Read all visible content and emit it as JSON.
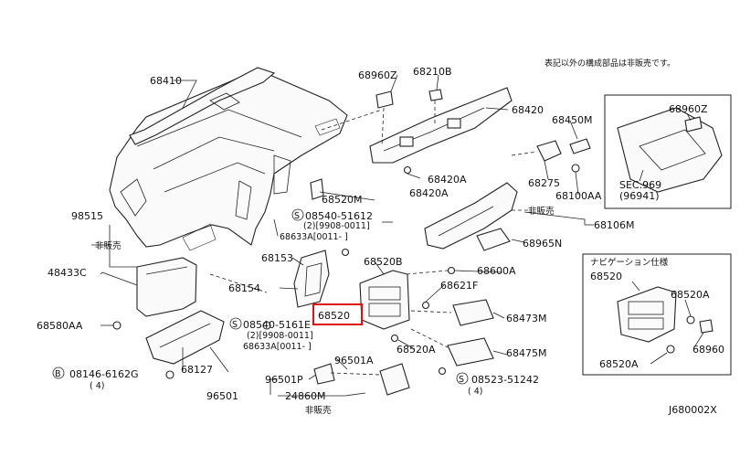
{
  "diagram": {
    "note_jp": "表記以外の構成部品は非販売です。",
    "highlighted_part": "68520",
    "footer_code": "J680002X",
    "parts": {
      "p68410": "68410",
      "p68960Z_a": "68960Z",
      "p68210B": "68210B",
      "p68420": "68420",
      "p68450M": "68450M",
      "p68960Z_b": "68960Z",
      "p68520M": "68520M",
      "p68420A_a": "68420A",
      "p68420A_b": "68420A",
      "p68275": "68275",
      "p68100AA": "68100AA",
      "sec969": "SEC.969",
      "sec969sub": "(96941)",
      "p98515": "98515",
      "hanbai_a": "非販売",
      "p08540_51612_a": "08540-51612",
      "p08540_a_qty": "(2)[9908-0011]",
      "p68633A_a": "68633A[0011-   ]",
      "p68106M": "68106M",
      "hanbai_b": "非販売",
      "p68965N": "68965N",
      "p48433C": "48433C",
      "p68153": "68153",
      "p68520B": "68520B",
      "p68600A": "68600A",
      "p68154": "68154",
      "p68621F": "68621F",
      "p68580AA": "68580AA",
      "p08540_51612_b": "08540-5161E",
      "p08540_b_qty": "(2)[9908-0011]",
      "p68633A_b": "68633A[0011-   ]",
      "p68473M": "68473M",
      "p68520A_a": "68520A",
      "p68475M": "68475M",
      "p96501A": "96501A",
      "p68127": "68127",
      "p08146": "08146-6162G",
      "p08146_qty": "( 4)",
      "p96501P": "96501P",
      "p08523": "08523-51242",
      "p08523_qty": "( 4)",
      "p96501": "96501",
      "p24860M": "24860M",
      "hanbai_c": "非販売",
      "navi_title": "ナビゲーション仕様",
      "navi_68520": "68520",
      "navi_68520A_a": "68520A",
      "navi_68960": "68960",
      "navi_68520A_b": "68520A",
      "circle_s": "S",
      "circle_b": "B"
    }
  }
}
